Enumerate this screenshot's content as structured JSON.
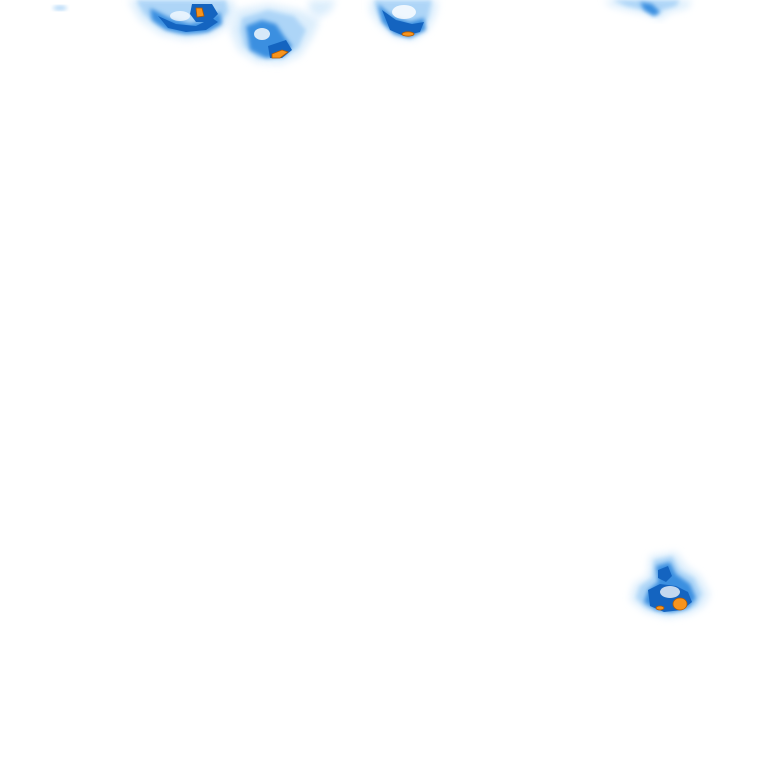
{
  "map": {
    "type": "precipitation-radar-overlay",
    "background": "#ffffff",
    "intensity_palette": {
      "very_light": "#d8ecfc",
      "light": "#a9d3f7",
      "moderate_light": "#6fb3ef",
      "moderate": "#3a8fe0",
      "heavy": "#1464c0",
      "very_heavy": "#f7941d",
      "extreme_outline": "#b35a00"
    },
    "cells": [
      {
        "id": "cell-north-west-a",
        "intensity_peak": "very_heavy"
      },
      {
        "id": "cell-north-west-b",
        "intensity_peak": "very_heavy"
      },
      {
        "id": "cell-north-center",
        "intensity_peak": "very_heavy"
      },
      {
        "id": "cell-north-east",
        "intensity_peak": "moderate"
      },
      {
        "id": "cell-south-east",
        "intensity_peak": "very_heavy"
      },
      {
        "id": "cell-far-west-speck",
        "intensity_peak": "light"
      }
    ]
  }
}
